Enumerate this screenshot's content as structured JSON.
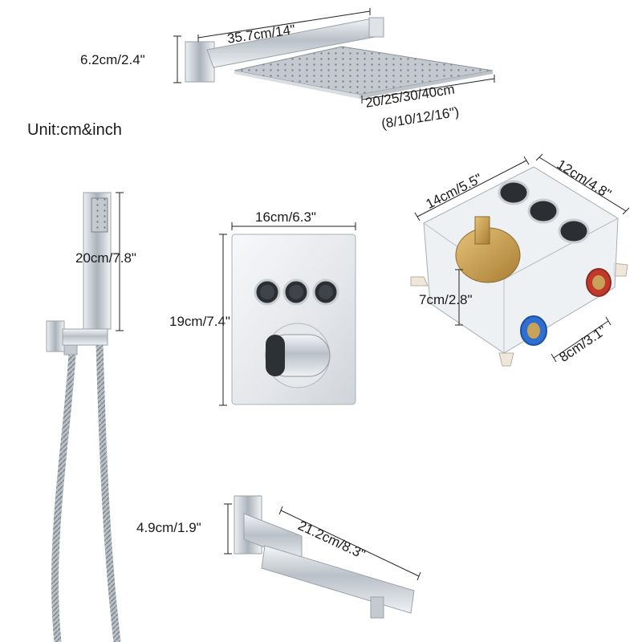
{
  "unit_label": "Unit:cm&inch",
  "rain_shower": {
    "arm_length": "35.7cm/14\"",
    "arm_height": "6.2cm/2.4\"",
    "head_size": "20/25/30/40cm",
    "head_size_inch": "(8/10/12/16\")"
  },
  "handheld": {
    "length": "20cm/7.8\""
  },
  "panel": {
    "width": "16cm/6.3\"",
    "height": "19cm/7.4\""
  },
  "valve_box": {
    "length": "14cm/5.5\"",
    "width": "12cm/4.8\"",
    "height": "7cm/2.8\"",
    "depth": "8cm/3.1\""
  },
  "spout": {
    "height": "4.9cm/1.9\"",
    "length": "21.2cm/8.3\""
  },
  "colors": {
    "chrome": "#c9ced3",
    "brass": "#c9a25a",
    "port_blue": "#2f6fd0",
    "port_red": "#c0392b",
    "text": "#1a1a1a"
  },
  "icons": [
    "rain-shower-icon",
    "handheld-icon",
    "tub-spout-icon"
  ]
}
